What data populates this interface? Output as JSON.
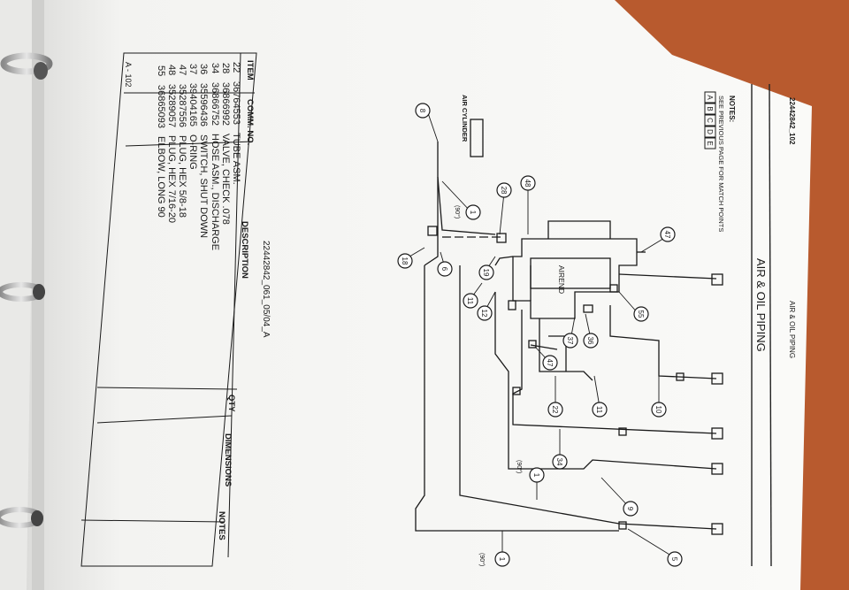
{
  "page": {
    "doc_number": "22442842_102",
    "header_section": "AIR & OIL PIPING",
    "title": "AIR & OIL PIPING",
    "notes_label": "NOTES:",
    "notes_text": "SEE PREVIOUS PAGE FOR MATCH POINTS",
    "match_points": [
      "A",
      "B",
      "C",
      "D",
      "E"
    ],
    "drawing_ref": "22442842_061_05/04_A",
    "page_number": "A - 102",
    "colors": {
      "paper": "#f4f4f2",
      "background": "#b85a2e",
      "ink": "#1a1a1a"
    }
  },
  "diagram": {
    "airend_label": "AIREND",
    "air_cylinder_label": "AIR CYLINDER",
    "angle_label": "(90°)",
    "balloons": [
      "8",
      "28",
      "48",
      "47",
      "55",
      "36",
      "37",
      "47",
      "10",
      "11",
      "22",
      "34",
      "1",
      "9",
      "5",
      "1",
      "1",
      "19",
      "11",
      "12",
      "18",
      "6"
    ]
  },
  "parts_table": {
    "headers": {
      "item": "ITEM",
      "comm": "COMM. NO.",
      "desc": "DESCRIPTION",
      "qty": "QTY",
      "dims": "DIMENSIONS",
      "notes": "NOTES"
    },
    "rows": [
      {
        "item": "22",
        "comm": "36764553",
        "desc": "TUBE ASM."
      },
      {
        "item": "28",
        "comm": "36866992",
        "desc": "VALVE, CHECK .078"
      },
      {
        "item": "34",
        "comm": "36866752",
        "desc": "HOSE ASM., DISCHARGE"
      },
      {
        "item": "36",
        "comm": "35596436",
        "desc": "SWITCH, SHUT DOWN"
      },
      {
        "item": "37",
        "comm": "39404165",
        "desc": "O-RING"
      },
      {
        "item": "47",
        "comm": "35287556",
        "desc": "PLUG, HEX 5/8-18"
      },
      {
        "item": "48",
        "comm": "35289057",
        "desc": "PLUG, HEX 7/16-20"
      },
      {
        "item": "55",
        "comm": "36865093",
        "desc": "ELBOW, LONG 90"
      }
    ]
  }
}
